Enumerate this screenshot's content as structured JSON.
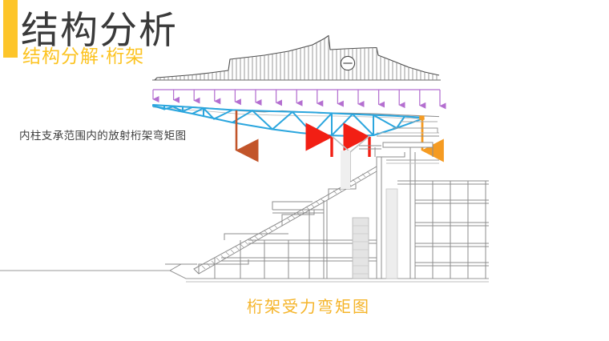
{
  "slide": {
    "title": "结构分析",
    "subtitle": "结构分解·桁架",
    "accent_color": "#fdc52a",
    "title_color": "#3a3a3a",
    "subtitle_color": "#fcc320",
    "background_color": "#ffffff"
  },
  "annotations": {
    "left_note": "内柱支承范围内的放射桁架弯矩图",
    "bottom_caption": "桁架受力弯矩图",
    "bottom_caption_color": "#f5b429"
  },
  "diagram": {
    "name": "radial-truss-bending-moment-section",
    "moment_sign_symbol": "⊖",
    "colors": {
      "truss": "#2ba6de",
      "load_arrow": "#b46fd0",
      "reaction_arrow": "#f21f14",
      "point_load_arrow": "#c2552a",
      "support_arrow": "#f59b22",
      "moment_diagram": "#555555",
      "building_section": "#8a8a8a"
    },
    "load_arrow_count": 15,
    "reaction_arrow_count": 2,
    "elements": [
      {
        "label": "distributed-load-arrows",
        "type": "purple-down-arrows"
      },
      {
        "label": "bending-moment-curve",
        "type": "hatched-area"
      },
      {
        "label": "truss",
        "type": "blue-triangulated-truss"
      },
      {
        "label": "point-load-arrow",
        "type": "brown-down-arrow"
      },
      {
        "label": "support-reaction-arrows",
        "type": "red-up-arrows"
      },
      {
        "label": "end-support-arrow",
        "type": "orange-down-arrow"
      },
      {
        "label": "building-section",
        "type": "gray-line-drawing"
      }
    ]
  },
  "chart_data": {
    "type": "area",
    "title": "桁架受力弯矩图",
    "xlabel": "",
    "ylabel": "",
    "annotation": "⊖",
    "note": "内柱支承范围内的放射桁架弯矩图",
    "x": [
      190,
      210,
      230,
      250,
      270,
      290,
      300,
      310,
      330,
      350,
      370,
      390,
      405,
      412,
      420,
      440,
      460,
      470,
      490,
      510,
      530,
      545
    ],
    "values": [
      2,
      4,
      6,
      9,
      12,
      20,
      22,
      24,
      28,
      33,
      38,
      44,
      52,
      50,
      42,
      40,
      39,
      30,
      22,
      14,
      8,
      3
    ]
  }
}
